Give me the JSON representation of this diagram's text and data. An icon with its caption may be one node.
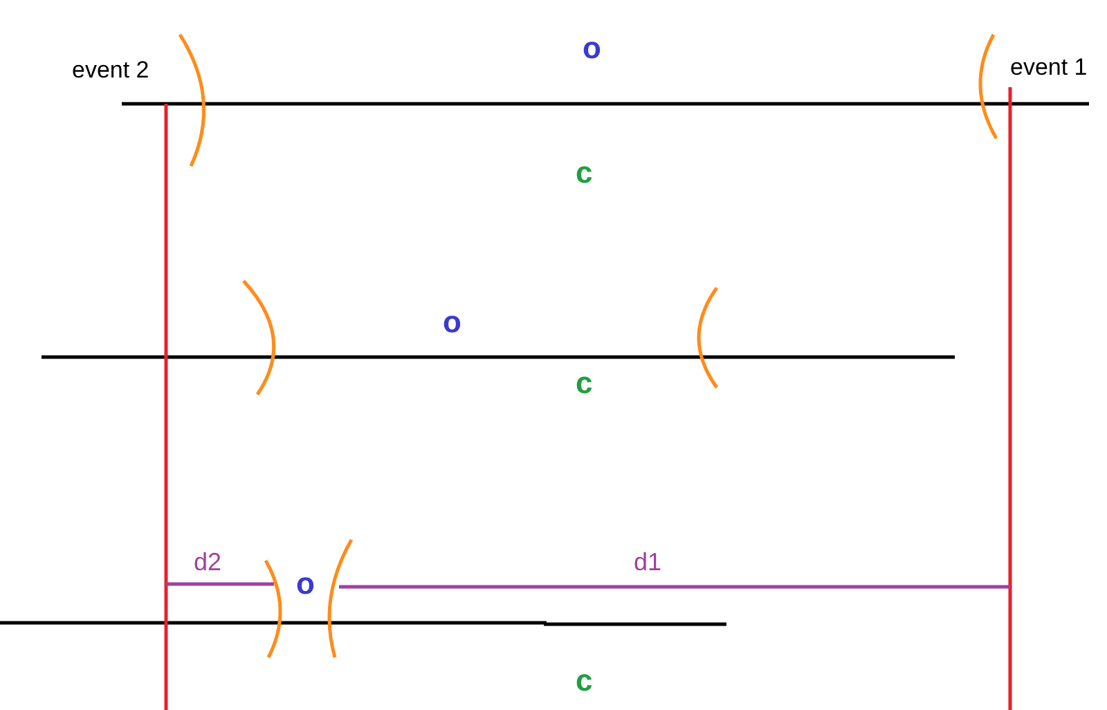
{
  "diagram": {
    "labels": [
      "o",
      "event 2",
      "event 1",
      "c",
      "o",
      "c",
      "d2",
      "o",
      "d1",
      "c"
    ]
  }
}
